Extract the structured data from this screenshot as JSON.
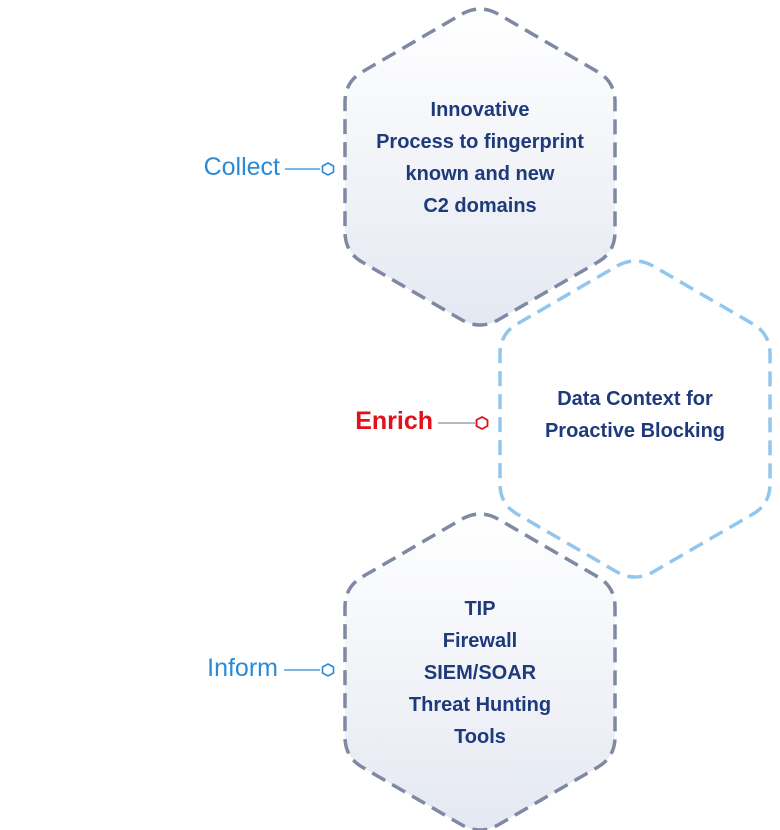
{
  "colors": {
    "text_dark": "#1e3a7a",
    "label_blue": "#2b8ad6",
    "label_active": "#e3101c",
    "border_dark": "#7d87a2",
    "border_light": "#8ec4ec",
    "fill_gradient_top": "#ffffff",
    "fill_gradient_bottom": "#e5e9f2"
  },
  "steps": [
    {
      "label": "Collect",
      "active": false,
      "lines": [
        "Innovative",
        "Process to fingerprint",
        "known and new",
        "C2 domains"
      ]
    },
    {
      "label": "Enrich",
      "active": true,
      "lines": [
        "Data Context for",
        "Proactive Blocking"
      ]
    },
    {
      "label": "Inform",
      "active": false,
      "lines": [
        "TIP",
        "Firewall",
        "SIEM/SOAR",
        "Threat Hunting",
        "Tools"
      ]
    }
  ]
}
